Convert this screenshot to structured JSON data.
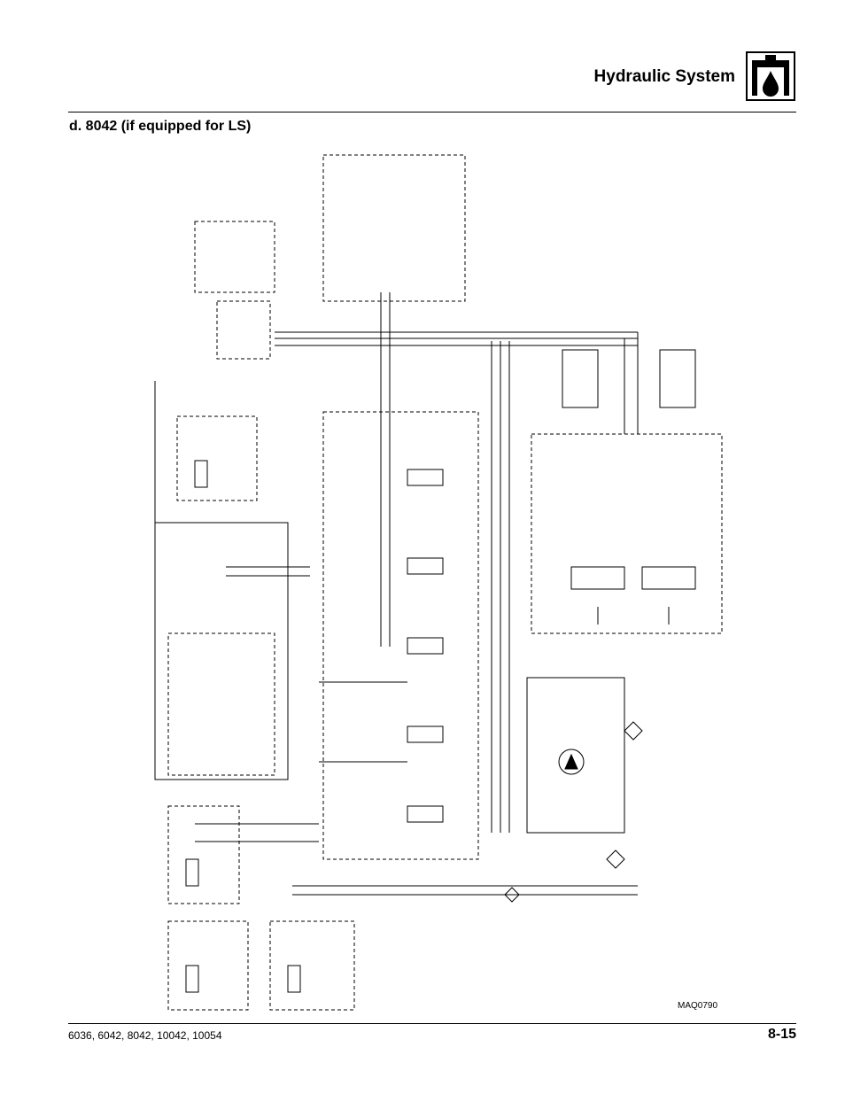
{
  "header": {
    "title": "Hydraulic System",
    "icon": "hydraulic-system-icon"
  },
  "section": {
    "heading": "d.   8042 (if equipped for LS)"
  },
  "figure": {
    "id": "MAQ0790"
  },
  "footer": {
    "models": "6036, 6042, 8042, 10042, 10054",
    "page_number": "8-15"
  }
}
